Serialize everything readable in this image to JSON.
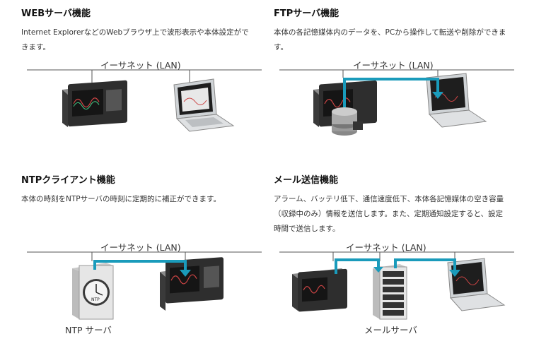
{
  "panels": [
    {
      "title": "WEBサーバ機能",
      "desc_lines": [
        "Internet ExplorerなどのWebブラウザ上で波形表示や本体設定がで",
        "きます。"
      ],
      "network_label": "イーサネット (LAN)"
    },
    {
      "title": "FTPサーバ機能",
      "desc_lines": [
        "本体の各記憶媒体内のデータを、PCから操作して転送や削除ができま",
        "す。"
      ],
      "network_label": "イーサネット (LAN)"
    },
    {
      "title": "NTPクライアント機能",
      "desc_lines": [
        "本体の時刻をNTPサーバの時刻に定期的に補正ができます。"
      ],
      "network_label": "イーサネット (LAN)",
      "caption": "NTP サーバ",
      "clock_text": "NTP"
    },
    {
      "title": "メール送信機能",
      "desc_lines": [
        "アラーム、バッテリ低下、通信速度低下、本体各記憶媒体の空き容量",
        "（収録中のみ）情報を送信します。また、定期通知設定すると、設定",
        "時間で送信します。"
      ],
      "network_label": "イーサネット (LAN)",
      "caption": "メールサーバ"
    }
  ],
  "colors": {
    "arrow": "#1a9bbb",
    "line": "#555555",
    "device": "#2e2e2e",
    "screen": "#151515"
  }
}
